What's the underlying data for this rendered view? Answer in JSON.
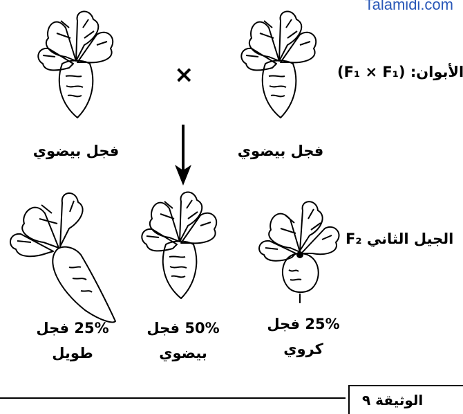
{
  "watermark": "Talamidi.com",
  "parents": {
    "label": "الأبوان: (F₁ × F₁)",
    "cross_symbol": "×",
    "left_parent": "فجل بيضوي",
    "right_parent": "فجل بيضوي"
  },
  "f2": {
    "label": "الجيل الثاني F₂",
    "long": {
      "line1": "25% فجل",
      "line2": "طويل"
    },
    "oval": {
      "line1": "50% فجل",
      "line2": "بيضوي"
    },
    "round": {
      "line1": "25% فجل",
      "line2": "كروي"
    }
  },
  "document_label": "الوثيقة ٩"
}
